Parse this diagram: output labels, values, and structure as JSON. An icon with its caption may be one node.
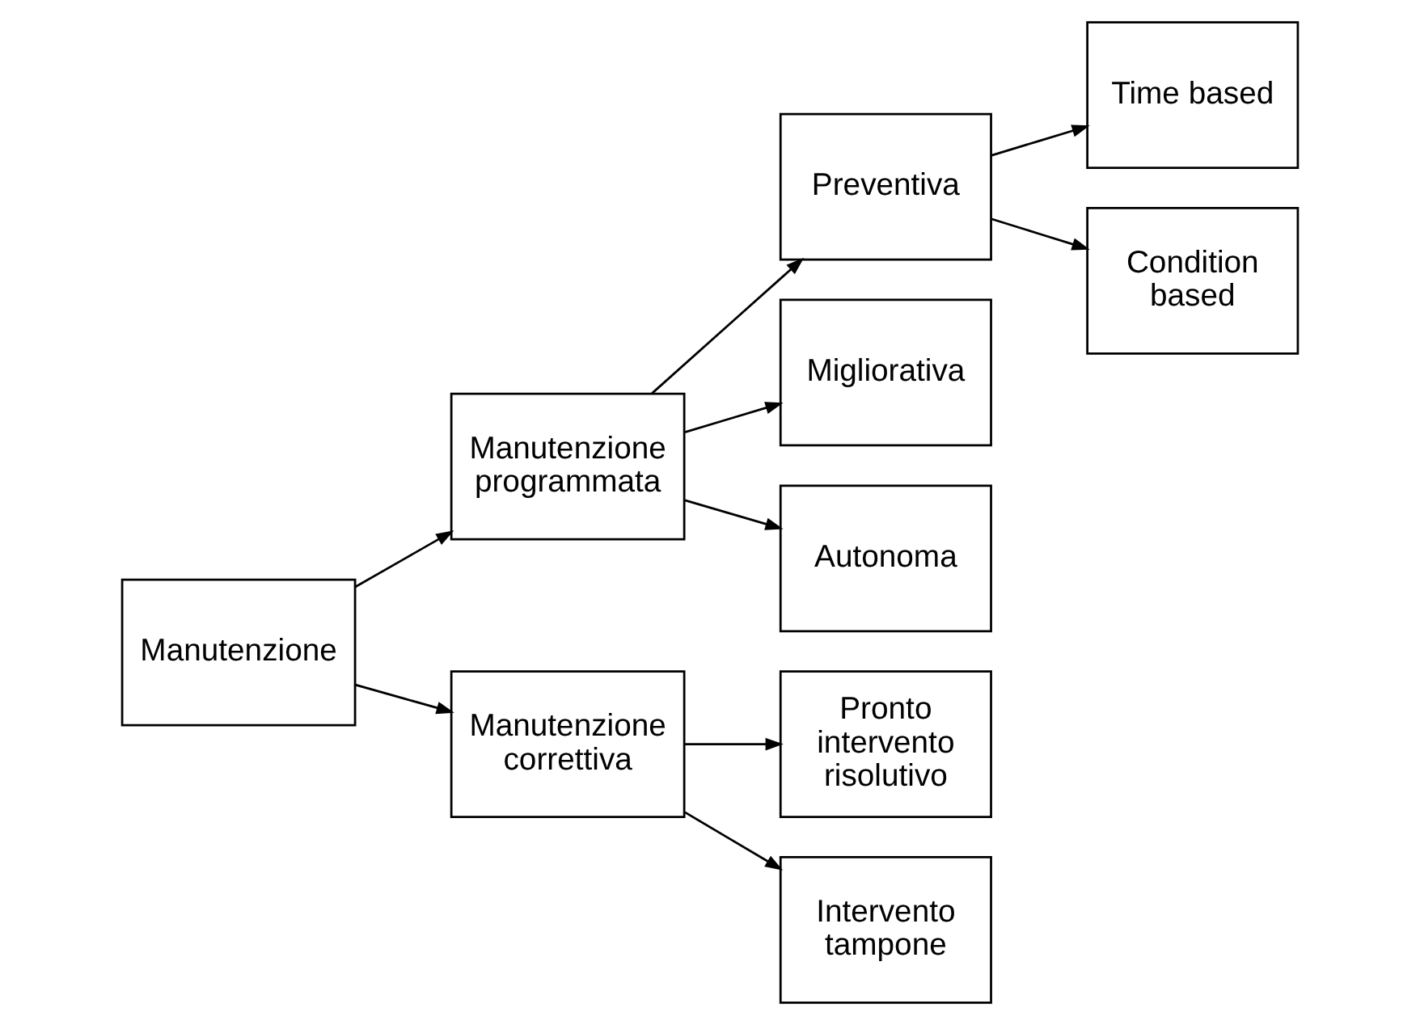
{
  "diagram": {
    "nodes": [
      {
        "text": [
          "Manutenzione"
        ]
      },
      {
        "text": [
          "Manutenzione programmata"
        ]
      },
      {
        "text": [
          "Manutenzione correttiva"
        ]
      },
      {
        "text": [
          "Preventiva"
        ]
      },
      {
        "text": [
          "Migliorativa"
        ]
      },
      {
        "text": [
          "Autonoma"
        ]
      },
      {
        "text": [
          "Time based"
        ]
      },
      {
        "text": [
          "Condition based"
        ]
      },
      {
        "text": [
          "Pronto intervento risolutivo"
        ]
      },
      {
        "text": [
          "Intervento tampone"
        ]
      }
    ],
    "edges": [
      {
        "from": 0,
        "to": 1,
        "arrow": "to"
      },
      {
        "from": 0,
        "to": 2,
        "arrow": "to"
      },
      {
        "from": 1,
        "to": 3,
        "arrow": "to"
      },
      {
        "from": 1,
        "to": 4,
        "arrow": "to"
      },
      {
        "from": 1,
        "to": 5,
        "arrow": "to"
      },
      {
        "from": 3,
        "to": 6,
        "arrow": "to"
      },
      {
        "from": 3,
        "to": 7,
        "arrow": "to"
      },
      {
        "from": 2,
        "to": 8,
        "arrow": "to"
      },
      {
        "from": 2,
        "to": 9,
        "arrow": "to"
      }
    ]
  }
}
